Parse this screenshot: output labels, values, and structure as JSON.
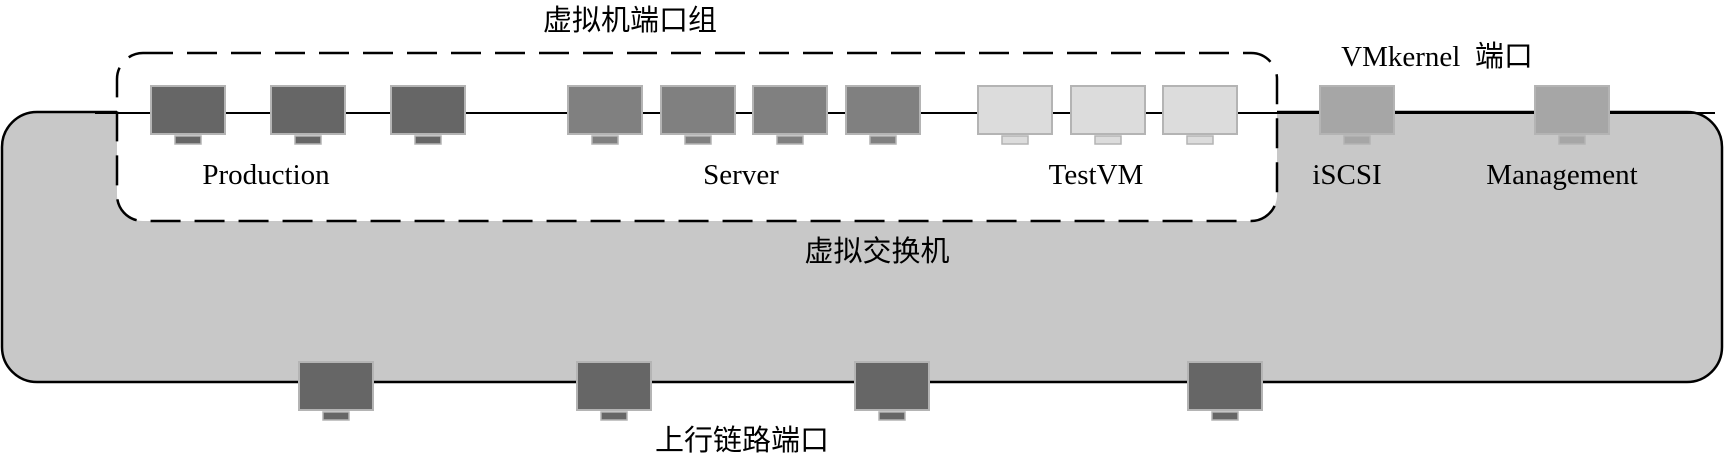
{
  "labels": {
    "vm_port_group": "虚拟机端口组",
    "vmkernel_port": "VMkernel  端口",
    "production": "Production",
    "server": "Server",
    "testvm": "TestVM",
    "iscsi": "iSCSI",
    "management": "Management",
    "virtual_switch": "虚拟交换机",
    "uplink_ports": "上行链路端口"
  },
  "colors": {
    "switch_fill": "#c8c8c8",
    "production_port": "#666666",
    "server_port": "#808080",
    "testvm_port": "#dcdcdc",
    "vmkernel_port": "#a6a6a6",
    "uplink_port": "#666666"
  },
  "icons": {
    "port": "monitor-port-icon"
  }
}
